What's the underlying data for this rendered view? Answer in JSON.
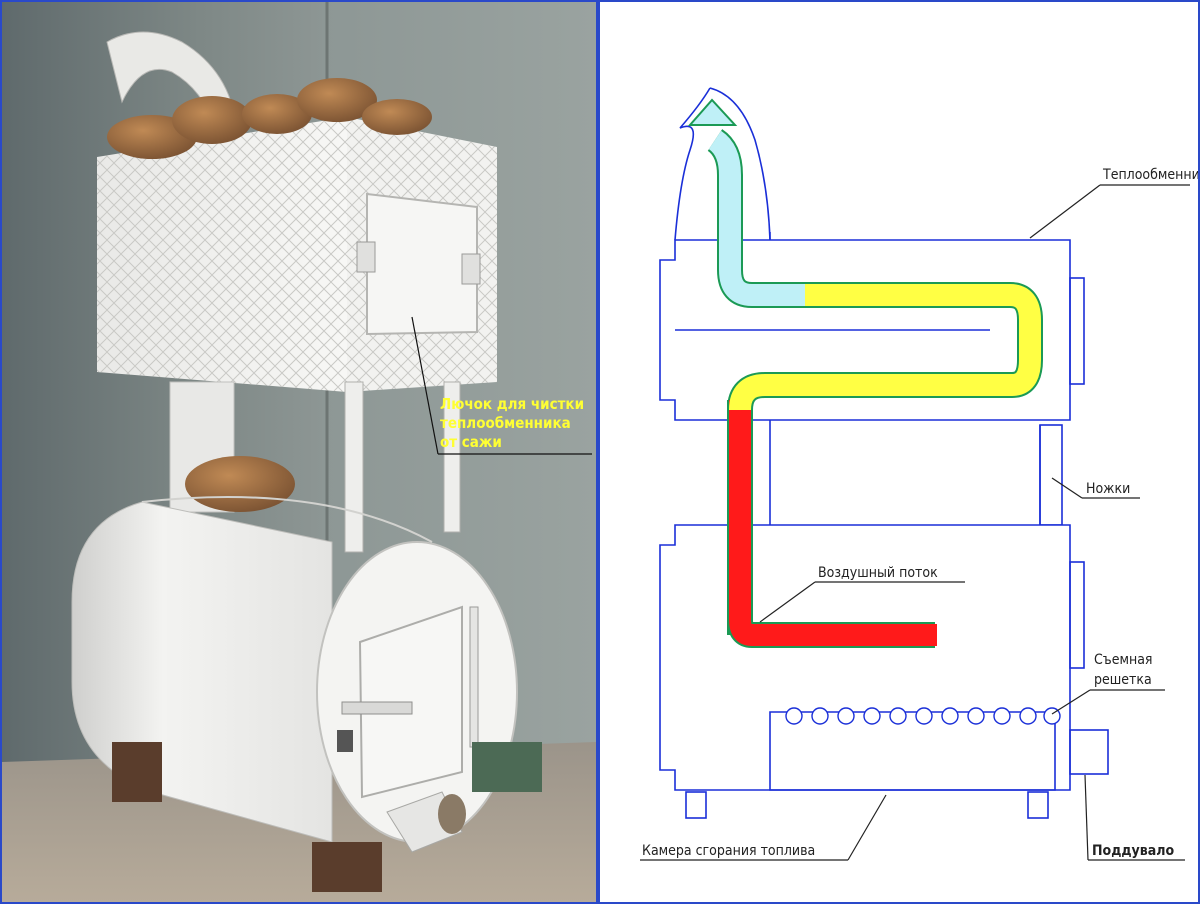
{
  "photo": {
    "caption_lines": [
      "Лючок для чистки",
      "теплообменника",
      "от сажи"
    ],
    "caption_color": "#ffff33"
  },
  "diagram": {
    "labels": {
      "heat_exchanger": "Теплообменник",
      "legs": "Ножки",
      "airflow": "Воздушный поток",
      "grate_line1": "Съемная",
      "grate_line2": "решетка",
      "combustion_chamber": "Камера сгорания топлива",
      "ash_pit": "Поддувало"
    },
    "colors": {
      "outline": "#1a2fd8",
      "hot_flow": "#ff1a1a",
      "warm_flow": "#ffff44",
      "cool_flow": "#bff0f7",
      "flow_edge": "#1b9a55",
      "frame": "#2a49c9"
    }
  }
}
